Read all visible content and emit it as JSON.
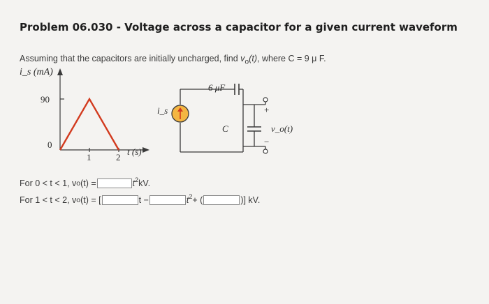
{
  "title": "Problem 06.030 - Voltage across a capacitor for a given current waveform",
  "statement": {
    "prefix": "Assuming that the capacitors are initially uncharged, find ",
    "var": "v",
    "sub": "o",
    "arg": "(t)",
    "suffix": ", where C = 9 μ F."
  },
  "graph": {
    "ylabel": "i_s (mA)",
    "ytick": "90",
    "origin": "0",
    "xtick1": "1",
    "xtick2": "2",
    "xlabel": "t (s)",
    "peak": 90
  },
  "circuit": {
    "source_label": "i_s",
    "cap1_label": "6 μF",
    "cap2_label": "C",
    "plus": "+",
    "minus": "−",
    "output_label": "v_o(t)"
  },
  "answers": {
    "row1": {
      "prefix": "For 0 < t < 1, v",
      "sub": "o",
      "arg": "(t) = ",
      "tail": "t",
      "sup": "2",
      "unit": " kV.",
      "box1": ""
    },
    "row2": {
      "prefix": "For 1 < t < 2, v",
      "sub": "o",
      "arg": "(t) = [",
      "mid1": " t − ",
      "mid2": " t",
      "sup": "2",
      "mid3": " + (",
      "unit": ")] kV.",
      "box1": "",
      "box2": "",
      "box3": ""
    }
  },
  "colors": {
    "background": "#f4f3f1",
    "source_fill": "#f4b642",
    "source_arrow": "#d23a1e",
    "wire": "#3a3a3a"
  }
}
